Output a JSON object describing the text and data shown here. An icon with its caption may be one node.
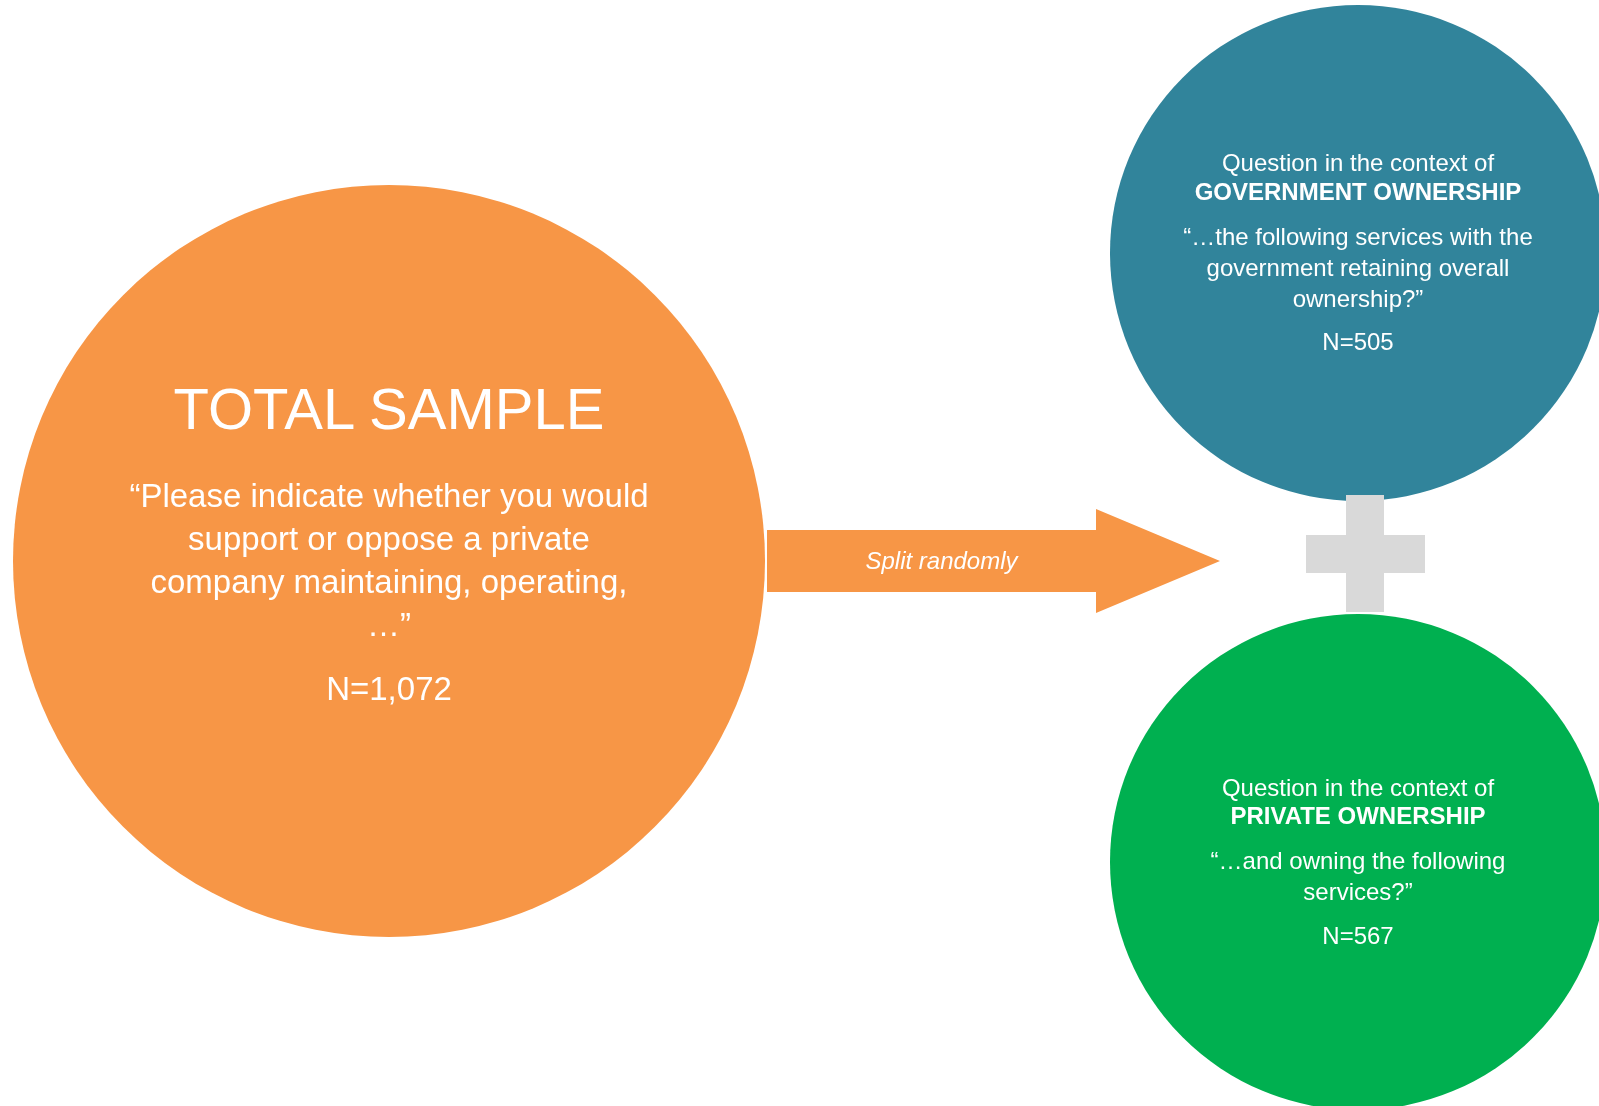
{
  "diagram": {
    "nodes": [
      {
        "text": [
          "TOTAL SAMPLE",
          "“Please indicate whether you would support or oppose a private company maintaining, operating, …”",
          "N=1,072"
        ]
      },
      {
        "text": [
          "Question in the context of **GOVERNMENT OWNERSHIP**",
          "“…the following services with the government retaining overall ownership?”",
          "N=505"
        ]
      },
      {
        "text": [
          "Question in the context of **PRIVATE OWNERSHIP**",
          "“…and owning the following services?”",
          "N=567"
        ]
      },
      {
        "text": [],
        "shape": "cross"
      }
    ],
    "edges": [
      {
        "from": 0,
        "to": 3,
        "arrow": "to",
        "label": "Split randomly",
        "style": "thick"
      }
    ]
  }
}
